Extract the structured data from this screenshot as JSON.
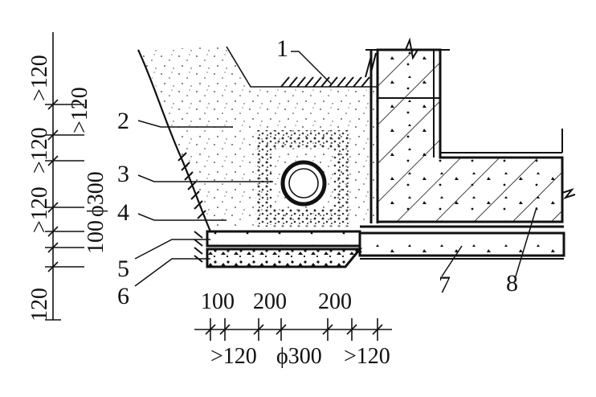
{
  "labels": {
    "l1": "1",
    "l2": "2",
    "l3": "3",
    "l4": "4",
    "l5": "5",
    "l6": "6",
    "l7": "7",
    "l8": "8"
  },
  "left_dims": {
    "d1": ">120",
    "d2": ">120",
    "d3": ">120",
    "d4": ">120",
    "d5": "100",
    "d6": "ϕ300",
    "d7": "120"
  },
  "bottom_dims": {
    "top1": "100",
    "top2": "200",
    "top3": "200",
    "bot1": ">120",
    "bot2": "ϕ300",
    "bot3": ">120"
  },
  "colors": {
    "ink": "#111111",
    "paper": "#ffffff"
  }
}
